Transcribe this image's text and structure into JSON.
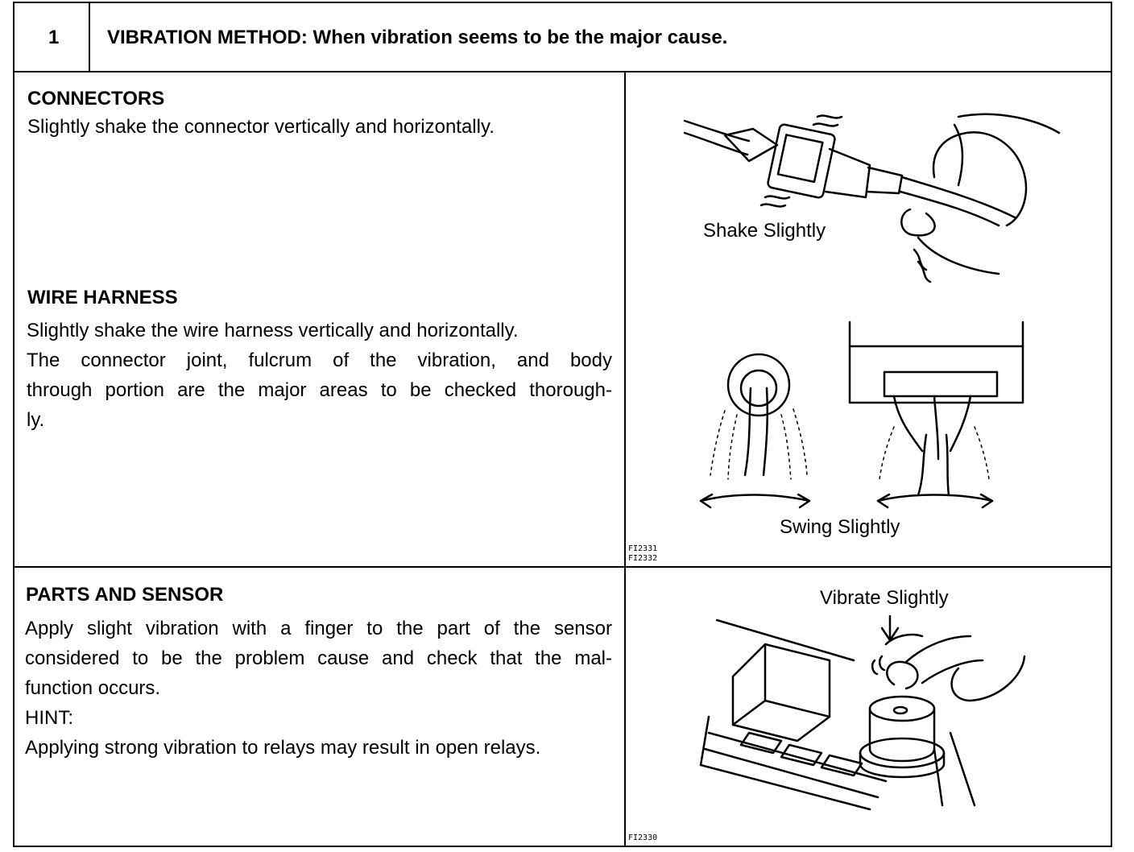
{
  "header": {
    "step_number": "1",
    "title": "VIBRATION METHOD: When vibration seems to be the major cause."
  },
  "connectors": {
    "heading": "CONNECTORS",
    "text": "Slightly shake the connector vertically and horizontally."
  },
  "wire_harness": {
    "heading": "WIRE HARNESS",
    "line1": "Slightly shake the wire harness vertically and horizontally.",
    "line2": "The connector joint, fulcrum of the vibration, and body",
    "line3": "through portion are the major areas to be checked thorough-",
    "line4": "ly."
  },
  "parts_sensor": {
    "heading": "PARTS AND SENSOR",
    "line1": "Apply slight vibration with a finger to the part of the sensor",
    "line2": "considered to be the problem cause and check that the mal-",
    "line3": "function occurs.",
    "hint_label": "HINT:",
    "hint_text": "Applying strong vibration to relays may result in open relays."
  },
  "figures": {
    "shake_label": "Shake Slightly",
    "swing_label": "Swing Slightly",
    "vibrate_label": "Vibrate Slightly",
    "code_top_1": "FI2331",
    "code_top_2": "FI2332",
    "code_bottom": "FI2330"
  },
  "icons": [
    "connector-hand-illustration",
    "wire-harness-swing-illustration",
    "relay-finger-vibrate-illustration"
  ]
}
